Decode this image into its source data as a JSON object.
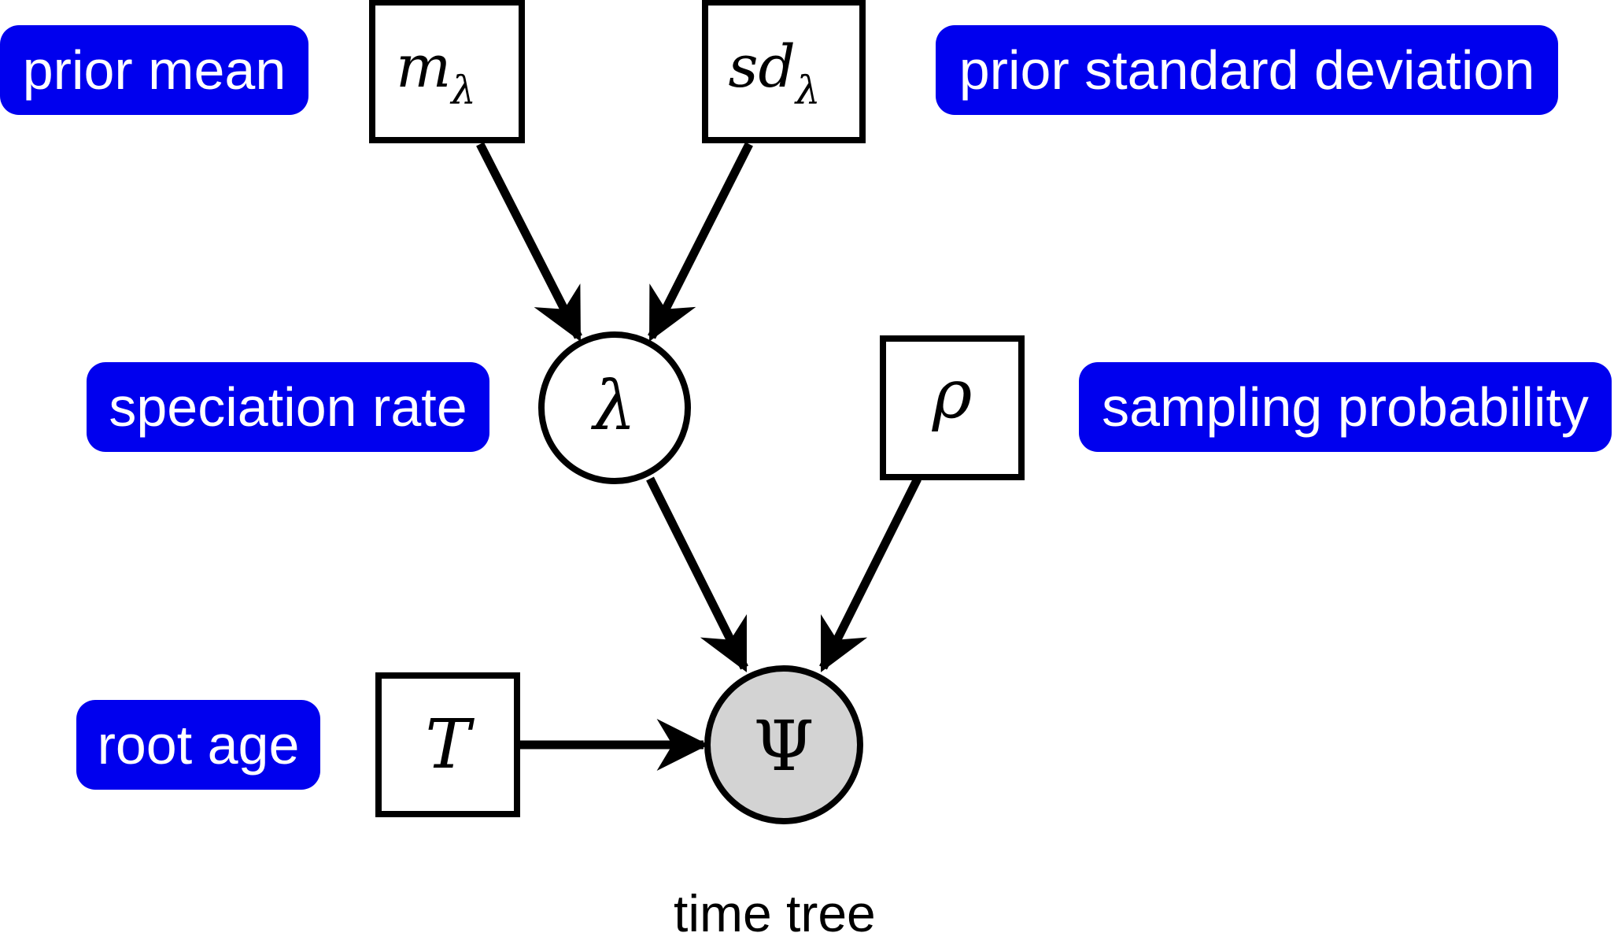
{
  "labels": {
    "prior_mean": "prior mean",
    "prior_sd": "prior standard deviation",
    "speciation_rate": "speciation rate",
    "sampling_probability": "sampling probability",
    "root_age": "root age"
  },
  "nodes": {
    "m_lambda": {
      "main": "m",
      "sub": "λ",
      "shape": "square",
      "role": "constant"
    },
    "sd_lambda": {
      "main": "sd",
      "sub": "λ",
      "shape": "square",
      "role": "constant"
    },
    "lambda": {
      "main": "λ",
      "shape": "circle",
      "role": "stochastic"
    },
    "rho": {
      "main": "ρ",
      "shape": "square",
      "role": "constant"
    },
    "T": {
      "main": "T",
      "shape": "square",
      "role": "constant"
    },
    "Psi": {
      "main": "Ψ",
      "shape": "circle",
      "role": "observed"
    }
  },
  "edges": [
    {
      "from": "m_lambda",
      "to": "lambda"
    },
    {
      "from": "sd_lambda",
      "to": "lambda"
    },
    {
      "from": "lambda",
      "to": "Psi"
    },
    {
      "from": "rho",
      "to": "Psi"
    },
    {
      "from": "T",
      "to": "Psi"
    }
  ],
  "caption": "time tree",
  "colors": {
    "label_bg": "#0000ee",
    "label_text": "#ffffff",
    "observed_fill": "#d3d3d3",
    "stroke": "#000000"
  }
}
